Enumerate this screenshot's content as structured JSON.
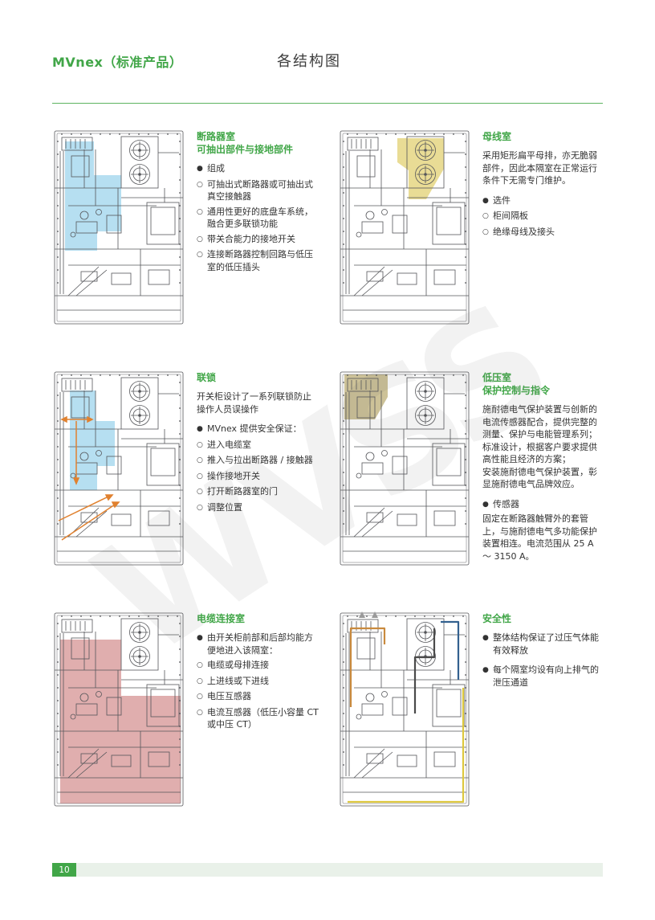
{
  "header": {
    "brand": "MVnex（标准产品）",
    "title": "各结构图"
  },
  "footer": {
    "page_number": "10"
  },
  "watermark": "WVSS",
  "glyphs": {
    "bullet_filled": "●",
    "bullet_open": "○"
  },
  "colors": {
    "green": "#41a648",
    "rule_green": "#5eb460",
    "text": "#333333",
    "line": "#55565a",
    "highlight_blue": "#a9d9ef",
    "highlight_yellow": "#e7d88a",
    "highlight_khaki": "#c9bd8f",
    "highlight_pink": "#d89a9a",
    "arrow_orange": "#e0812f",
    "safety_orange": "#c98a3e",
    "safety_dark": "#4a4a4a",
    "safety_blue": "#33618f",
    "safety_yellow": "#ddc83f",
    "exhaust_gray": "#9a9a9a"
  },
  "sections": [
    {
      "id": "breaker",
      "highlight": "blue",
      "titles": [
        "断路器室",
        "可抽出部件与接地部件"
      ],
      "content": [
        {
          "t": "b1",
          "text": "组成"
        },
        {
          "t": "b2",
          "text": "可抽出式断路器或可抽出式真空接触器"
        },
        {
          "t": "b2",
          "text": "通用性更好的底盘车系统，融合更多联锁功能"
        },
        {
          "t": "b2",
          "text": "带关合能力的接地开关"
        },
        {
          "t": "b2",
          "text": "连接断路器控制回路与低压室的低压插头"
        }
      ]
    },
    {
      "id": "busbar",
      "highlight": "yellow",
      "titles": [
        "母线室"
      ],
      "content": [
        {
          "t": "p",
          "text": "采用矩形扁平母排，亦无脆弱部件，因此本隔室在正常运行条件下无需专门维护。"
        },
        {
          "t": "b1",
          "text": "选件"
        },
        {
          "t": "b2",
          "text": "柜间隔板"
        },
        {
          "t": "b2",
          "text": "绝缘母线及接头"
        }
      ]
    },
    {
      "id": "interlock",
      "highlight": "blue",
      "titles": [
        "联锁"
      ],
      "content": [
        {
          "t": "p",
          "text": "开关柜设计了一系列联锁防止操作人员误操作"
        },
        {
          "t": "b1",
          "text": "MVnex 提供安全保证："
        },
        {
          "t": "b2",
          "text": "进入电缆室"
        },
        {
          "t": "b2",
          "text": "推入与拉出断路器 / 接触器"
        },
        {
          "t": "b2",
          "text": "操作接地开关"
        },
        {
          "t": "b2",
          "text": "打开断路器室的门"
        },
        {
          "t": "b2",
          "text": "调整位置"
        }
      ]
    },
    {
      "id": "lv",
      "highlight": "khaki",
      "titles": [
        "低压室",
        "保护控制与指令"
      ],
      "content": [
        {
          "t": "p",
          "text": "施耐德电气保护装置与创新的电流传感器配合，提供完整的测量、保护与电能管理系列；标准设计，根据客户要求提供高性能且经济的方案；"
        },
        {
          "t": "p",
          "text": "安装施耐德电气保护装置，彰显施耐德电气品牌效应。"
        },
        {
          "t": "b1",
          "text": "传感器"
        },
        {
          "t": "p",
          "text": "固定在断路器触臂外的套管上，与施耐德电气多功能保护装置相连。电流范围从 25 A ～ 3150 A。"
        }
      ]
    },
    {
      "id": "cable",
      "highlight": "pink",
      "titles": [
        "电缆连接室"
      ],
      "content": [
        {
          "t": "b1",
          "text": "由开关柜前部和后部均能方便地进入该隔室："
        },
        {
          "t": "b2",
          "text": "电缆或母排连接"
        },
        {
          "t": "b2",
          "text": "上进线或下进线"
        },
        {
          "t": "b2",
          "text": "电压互感器"
        },
        {
          "t": "b2",
          "text": "电流互感器（低压小容量 CT 或中压 CT）"
        }
      ]
    },
    {
      "id": "safety",
      "highlight": "paths",
      "titles": [
        "安全性"
      ],
      "content": [
        {
          "t": "b1",
          "text": "整体结构保证了过压气体能有效释放"
        },
        {
          "t": "b1",
          "text": "每个隔室均设有向上排气的泄压通道"
        }
      ]
    }
  ]
}
